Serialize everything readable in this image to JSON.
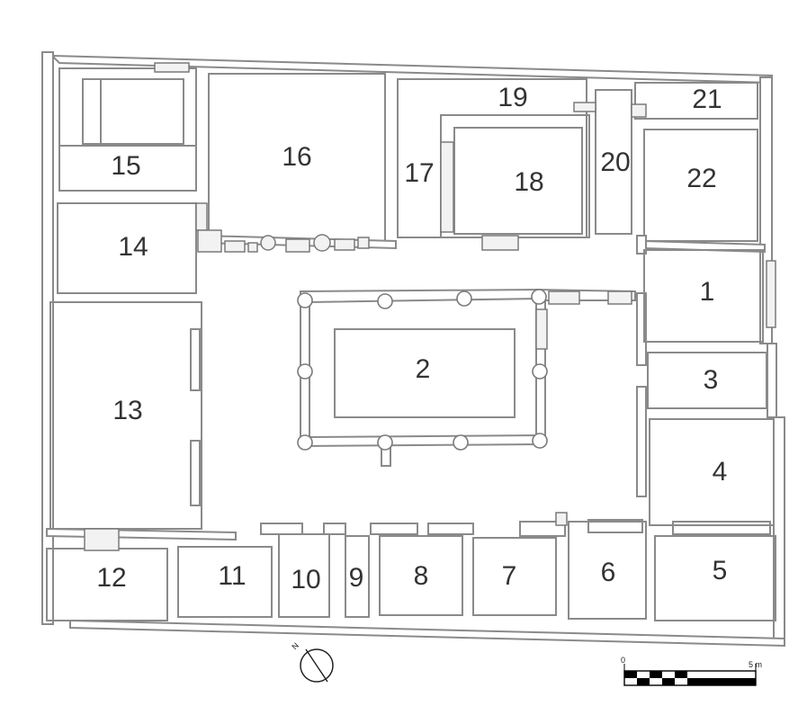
{
  "rooms": [
    {
      "id": "1",
      "label": "1"
    },
    {
      "id": "2",
      "label": "2"
    },
    {
      "id": "3",
      "label": "3"
    },
    {
      "id": "4",
      "label": "4"
    },
    {
      "id": "5",
      "label": "5"
    },
    {
      "id": "6",
      "label": "6"
    },
    {
      "id": "7",
      "label": "7"
    },
    {
      "id": "8",
      "label": "8"
    },
    {
      "id": "9",
      "label": "9"
    },
    {
      "id": "10",
      "label": "10"
    },
    {
      "id": "11",
      "label": "11"
    },
    {
      "id": "12",
      "label": "12"
    },
    {
      "id": "13",
      "label": "13"
    },
    {
      "id": "14",
      "label": "14"
    },
    {
      "id": "15",
      "label": "15"
    },
    {
      "id": "16",
      "label": "16"
    },
    {
      "id": "17",
      "label": "17"
    },
    {
      "id": "18",
      "label": "18"
    },
    {
      "id": "19",
      "label": "19"
    },
    {
      "id": "20",
      "label": "20"
    },
    {
      "id": "21",
      "label": "21"
    },
    {
      "id": "22",
      "label": "22"
    }
  ],
  "scale_bar": {
    "start_label": "0",
    "end_label": "5 m"
  },
  "north_arrow": {
    "label": "N"
  }
}
